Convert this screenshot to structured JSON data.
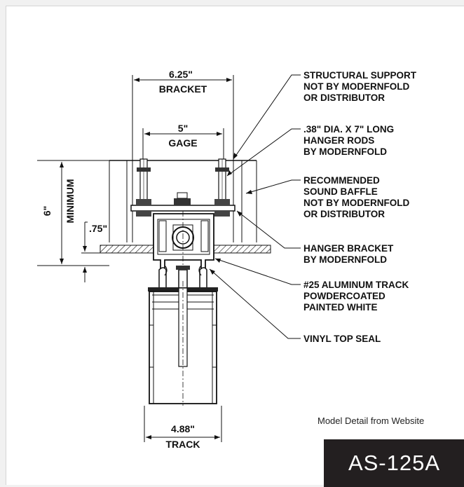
{
  "dimensions": {
    "bracket_value": "6.25\"",
    "bracket_label": "BRACKET",
    "gage_value": "5\"",
    "gage_label": "GAGE",
    "height_value": "6\"",
    "height_label": "MINIMUM",
    "offset_value": ".75\"",
    "track_value": "4.88\"",
    "track_label": "TRACK"
  },
  "callouts": [
    {
      "lines": [
        "STRUCTURAL SUPPORT",
        "NOT BY MODERNFOLD",
        "OR DISTRIBUTOR"
      ]
    },
    {
      "lines": [
        ".38\" DIA. X 7\" LONG",
        "HANGER RODS",
        "BY MODERNFOLD"
      ]
    },
    {
      "lines": [
        "RECOMMENDED",
        "SOUND BAFFLE",
        "NOT BY MODERNFOLD",
        "OR DISTRIBUTOR"
      ]
    },
    {
      "lines": [
        "HANGER BRACKET",
        "BY MODERNFOLD"
      ]
    },
    {
      "lines": [
        "#25 ALUMINUM TRACK",
        "POWDERCOATED",
        "PAINTED WHITE"
      ]
    },
    {
      "lines": [
        "VINYL TOP SEAL"
      ]
    }
  ],
  "caption": "Model Detail from Website",
  "model_code": "AS-125A"
}
